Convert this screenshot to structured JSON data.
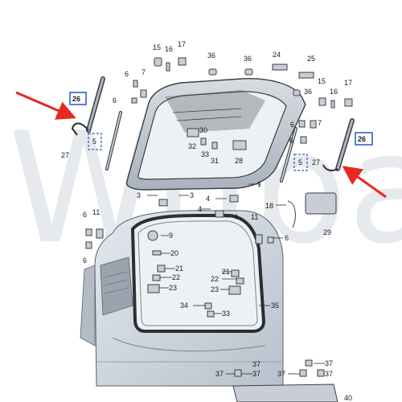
{
  "watermark": "Wuba",
  "callouts": {
    "n1": "1",
    "n3a": "3",
    "n3b": "3",
    "n4a": "4",
    "n4b": "4",
    "n4c": "4",
    "n5_left": "5",
    "n5_right": "5",
    "n6_tl": "6",
    "n6_tl2": "6",
    "n6_ml": "6",
    "n6_ml2": "6",
    "n6_mr": "6",
    "n6_mr2": "6",
    "n7": "7",
    "n9": "9",
    "n11_l": "11",
    "n11_r": "11",
    "n15_l": "15",
    "n15_r": "15",
    "n16_l": "16",
    "n16_r": "16",
    "n17_l": "17",
    "n17_r": "17",
    "n18": "18",
    "n20": "20",
    "n21_l": "21",
    "n21_r": "21",
    "n22_l": "22",
    "n22_r": "22",
    "n23_l": "23",
    "n23_r": "23",
    "n24": "24",
    "n25": "25",
    "n26_left": "26",
    "n26_right": "26",
    "n27_l": "27",
    "n27_r": "27",
    "n28": "28",
    "n29": "29",
    "n30": "30",
    "n31": "31",
    "n32": "32",
    "n33": "33",
    "n34": "34",
    "n35": "35",
    "n36_l": "36",
    "n36_m": "36",
    "n36_r": "36",
    "n37_a": "37",
    "n37_b": "37",
    "n37_c": "37",
    "n37_d": "37",
    "n37_e": "37",
    "n40": "40"
  },
  "colors": {
    "arrow": "#e52a1e",
    "box_outline": "#2a63c6",
    "line_art": "#3a3f45",
    "part_fill": "#c9ced6",
    "hatch": "#2f3338"
  }
}
